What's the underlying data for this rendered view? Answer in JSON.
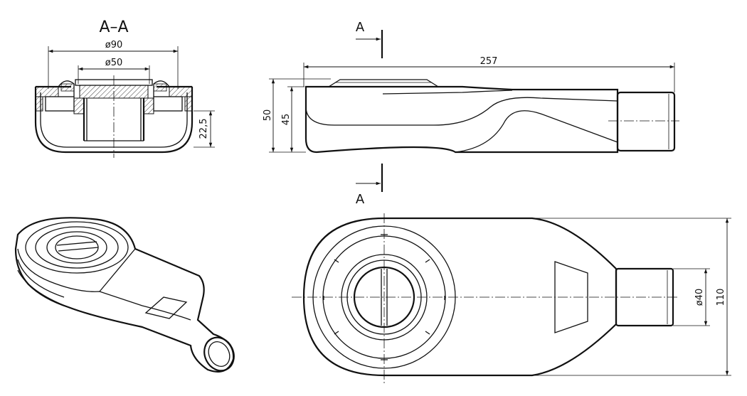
{
  "section_view": {
    "title": "A–A",
    "dimensions": {
      "outer_diameter": "ø90",
      "inner_diameter": "ø50",
      "depth": "22,5"
    }
  },
  "side_view": {
    "dimensions": {
      "length": "257",
      "total_height": "50",
      "body_height": "45"
    },
    "section_marker_top": "A",
    "section_marker_bottom": "A"
  },
  "top_view": {
    "dimensions": {
      "outlet_diameter": "ø40",
      "width": "110"
    }
  },
  "colors": {
    "line": "#111111",
    "background": "#ffffff"
  }
}
